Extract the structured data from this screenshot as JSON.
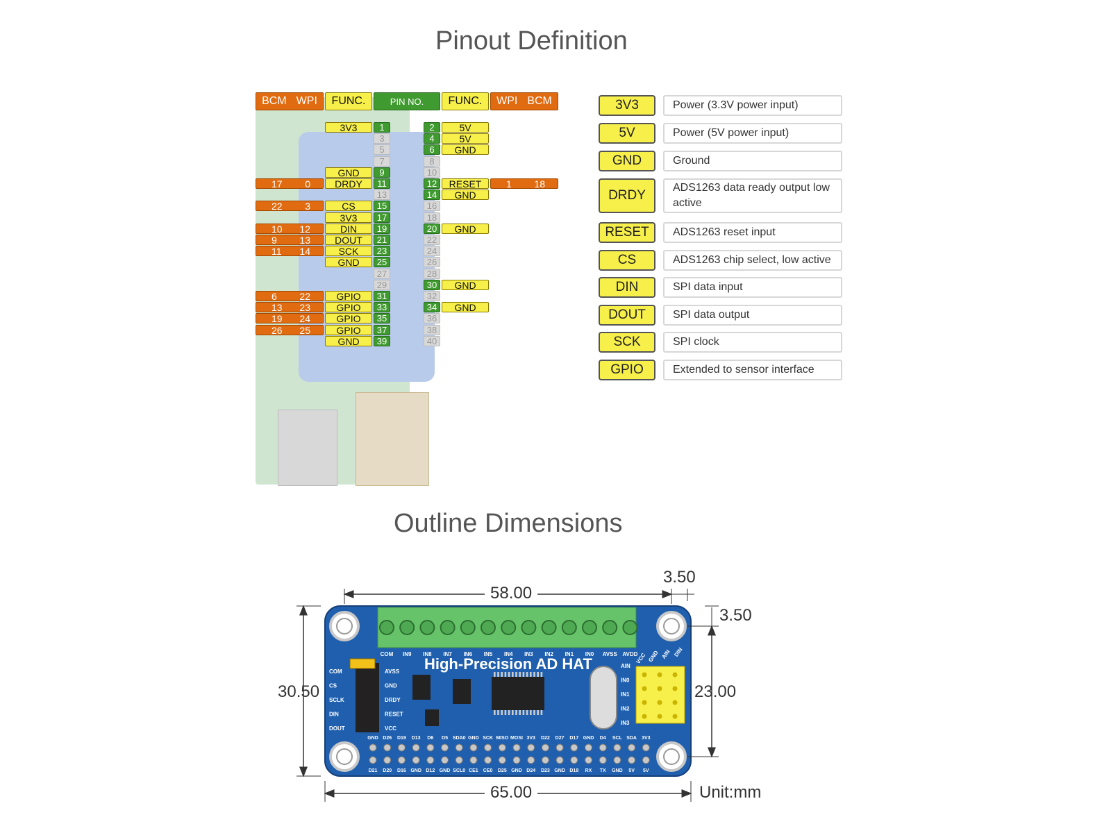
{
  "titles": {
    "pinout": "Pinout Definition",
    "outline": "Outline Dimensions"
  },
  "header": {
    "bcm": "BCM",
    "wpi": "WPI",
    "func": "FUNC.",
    "pin_no": "PIN NO."
  },
  "left_pins": [
    {
      "bcm": "",
      "wpi": "",
      "func": "3V3",
      "pin": "1",
      "active": true
    },
    {
      "bcm": "",
      "wpi": "",
      "func": "",
      "pin": "3",
      "active": false
    },
    {
      "bcm": "",
      "wpi": "",
      "func": "",
      "pin": "5",
      "active": false
    },
    {
      "bcm": "",
      "wpi": "",
      "func": "",
      "pin": "7",
      "active": false
    },
    {
      "bcm": "",
      "wpi": "",
      "func": "GND",
      "pin": "9",
      "active": true
    },
    {
      "bcm": "17",
      "wpi": "0",
      "func": "DRDY",
      "pin": "11",
      "active": true
    },
    {
      "bcm": "",
      "wpi": "",
      "func": "",
      "pin": "13",
      "active": false
    },
    {
      "bcm": "22",
      "wpi": "3",
      "func": "CS",
      "pin": "15",
      "active": true
    },
    {
      "bcm": "",
      "wpi": "",
      "func": "3V3",
      "pin": "17",
      "active": true
    },
    {
      "bcm": "10",
      "wpi": "12",
      "func": "DIN",
      "pin": "19",
      "active": true
    },
    {
      "bcm": "9",
      "wpi": "13",
      "func": "DOUT",
      "pin": "21",
      "active": true
    },
    {
      "bcm": "11",
      "wpi": "14",
      "func": "SCK",
      "pin": "23",
      "active": true
    },
    {
      "bcm": "",
      "wpi": "",
      "func": "GND",
      "pin": "25",
      "active": true
    },
    {
      "bcm": "",
      "wpi": "",
      "func": "",
      "pin": "27",
      "active": false
    },
    {
      "bcm": "",
      "wpi": "",
      "func": "",
      "pin": "29",
      "active": false
    },
    {
      "bcm": "6",
      "wpi": "22",
      "func": "GPIO",
      "pin": "31",
      "active": true
    },
    {
      "bcm": "13",
      "wpi": "23",
      "func": "GPIO",
      "pin": "33",
      "active": true
    },
    {
      "bcm": "19",
      "wpi": "24",
      "func": "GPIO",
      "pin": "35",
      "active": true
    },
    {
      "bcm": "26",
      "wpi": "25",
      "func": "GPIO",
      "pin": "37",
      "active": true
    },
    {
      "bcm": "",
      "wpi": "",
      "func": "GND",
      "pin": "39",
      "active": true
    }
  ],
  "right_pins": [
    {
      "pin": "2",
      "func": "5V",
      "wpi": "",
      "bcm": "",
      "active": true
    },
    {
      "pin": "4",
      "func": "5V",
      "wpi": "",
      "bcm": "",
      "active": true
    },
    {
      "pin": "6",
      "func": "GND",
      "wpi": "",
      "bcm": "",
      "active": true
    },
    {
      "pin": "8",
      "func": "",
      "wpi": "",
      "bcm": "",
      "active": false
    },
    {
      "pin": "10",
      "func": "",
      "wpi": "",
      "bcm": "",
      "active": false
    },
    {
      "pin": "12",
      "func": "RESET",
      "wpi": "1",
      "bcm": "18",
      "active": true
    },
    {
      "pin": "14",
      "func": "GND",
      "wpi": "",
      "bcm": "",
      "active": true
    },
    {
      "pin": "16",
      "func": "",
      "wpi": "",
      "bcm": "",
      "active": false
    },
    {
      "pin": "18",
      "func": "",
      "wpi": "",
      "bcm": "",
      "active": false
    },
    {
      "pin": "20",
      "func": "GND",
      "wpi": "",
      "bcm": "",
      "active": true
    },
    {
      "pin": "22",
      "func": "",
      "wpi": "",
      "bcm": "",
      "active": false
    },
    {
      "pin": "24",
      "func": "",
      "wpi": "",
      "bcm": "",
      "active": false
    },
    {
      "pin": "26",
      "func": "",
      "wpi": "",
      "bcm": "",
      "active": false
    },
    {
      "pin": "28",
      "func": "",
      "wpi": "",
      "bcm": "",
      "active": false
    },
    {
      "pin": "30",
      "func": "GND",
      "wpi": "",
      "bcm": "",
      "active": true
    },
    {
      "pin": "32",
      "func": "",
      "wpi": "",
      "bcm": "",
      "active": false
    },
    {
      "pin": "34",
      "func": "GND",
      "wpi": "",
      "bcm": "",
      "active": true
    },
    {
      "pin": "36",
      "func": "",
      "wpi": "",
      "bcm": "",
      "active": false
    },
    {
      "pin": "38",
      "func": "",
      "wpi": "",
      "bcm": "",
      "active": false
    },
    {
      "pin": "40",
      "func": "",
      "wpi": "",
      "bcm": "",
      "active": false
    }
  ],
  "legend": [
    {
      "key": "3V3",
      "desc": "Power (3.3V power input)"
    },
    {
      "key": "5V",
      "desc": "Power (5V power input)"
    },
    {
      "key": "GND",
      "desc": "Ground"
    },
    {
      "key": "DRDY",
      "desc": "ADS1263 data ready output low active"
    },
    {
      "key": "RESET",
      "desc": "ADS1263 reset input"
    },
    {
      "key": "CS",
      "desc": "ADS1263 chip select, low active"
    },
    {
      "key": "DIN",
      "desc": "SPI data input"
    },
    {
      "key": "DOUT",
      "desc": "SPI data output"
    },
    {
      "key": "SCK",
      "desc": "SPI clock"
    },
    {
      "key": "GPIO",
      "desc": "Extended to sensor interface"
    }
  ],
  "board": {
    "name": "High-Precision AD HAT",
    "terminal_labels": [
      "COM",
      "IN9",
      "IN8",
      "IN7",
      "IN6",
      "IN5",
      "IN4",
      "IN3",
      "IN2",
      "IN1",
      "IN0",
      "AVSS",
      "AVDD"
    ],
    "left_header_left": [
      "COM",
      "CS",
      "SCLK",
      "DIN",
      "DOUT"
    ],
    "left_header_right": [
      "AVSS",
      "GND",
      "DRDY",
      "RESET",
      "VCC"
    ],
    "ain_labels": [
      "AIN",
      "IN0",
      "IN1",
      "IN2",
      "IN3"
    ],
    "corner_labels": [
      "VCC",
      "GND",
      "AIN",
      "DIN"
    ],
    "gpio_top": [
      "GND",
      "D26",
      "D19",
      "D13",
      "D6",
      "D5",
      "SDA0",
      "GND",
      "SCK",
      "MISO",
      "MOSI",
      "3V3",
      "D22",
      "D27",
      "D17",
      "GND",
      "D4",
      "SCL",
      "SDA",
      "3V3"
    ],
    "gpio_bottom": [
      "D21",
      "D20",
      "D16",
      "GND",
      "D12",
      "GND",
      "SCL0",
      "CE1",
      "CE0",
      "D25",
      "GND",
      "D24",
      "D23",
      "GND",
      "D18",
      "RX",
      "TX",
      "GND",
      "5V",
      "5V"
    ]
  },
  "dimensions": {
    "width_inner": "58.00",
    "width_total": "65.00",
    "height_total": "30.50",
    "height_inner": "23.00",
    "offset_x": "3.50",
    "offset_y": "3.50",
    "unit": "Unit:mm"
  },
  "colors": {
    "bcm": "#e06b10",
    "func": "#f7ef4a",
    "pin": "#3f9a2f",
    "pcb": "#1f5fae",
    "terminal": "#67c36a"
  }
}
